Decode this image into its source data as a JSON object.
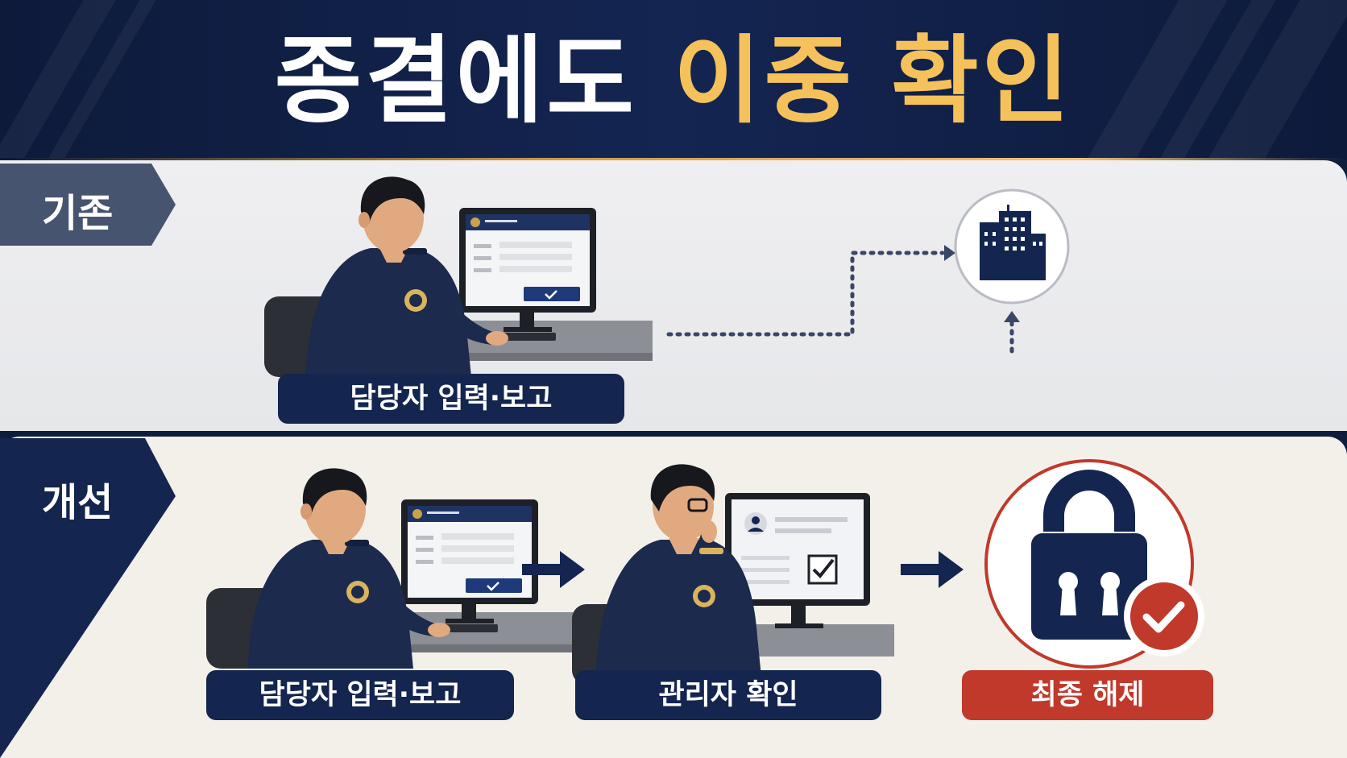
{
  "title": {
    "main": "종결에도",
    "highlight": "이중 확인"
  },
  "sections": {
    "before": {
      "tag": "기존",
      "step_label": "담당자 입력·보고"
    },
    "after": {
      "tag": "개선",
      "steps": [
        {
          "label": "담당자 입력·보고"
        },
        {
          "label": "관리자 확인"
        },
        {
          "label": "최종 해제"
        }
      ]
    }
  },
  "colors": {
    "navy": "#14254f",
    "gold": "#f5c15a",
    "red": "#c0392b"
  },
  "icons": [
    "building-icon",
    "lock-icon",
    "check-icon",
    "arrow-right-icon",
    "arrow-up-icon"
  ]
}
